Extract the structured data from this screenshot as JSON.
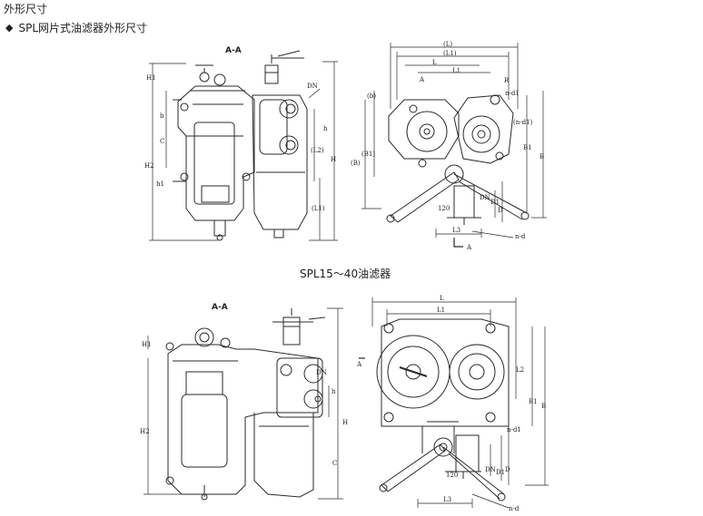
{
  "page": {
    "heading": "外形尺寸",
    "subheading": "SPL网片式油滤器外形尺寸",
    "bullet_icon": "diamond-bullet-icon",
    "caption_lower": "SPL15～40油滤器"
  },
  "top": {
    "section_left": "A-A",
    "section_right": "A",
    "labels": {
      "H1": "H1",
      "b": "b",
      "C": "C",
      "H2": "H2",
      "h1": "h1",
      "DN": "DN",
      "L2": "(L2)",
      "h": "h",
      "H": "H",
      "L1p": "(L1)",
      "Lp": "(L)",
      "L1pp": "(L1)",
      "L": "L",
      "L1": "L1",
      "A": "A",
      "R": "R",
      "nd1": "n-d1",
      "nd1p": "(n-d1)",
      "bp": "(b)",
      "B1p": "(B1)",
      "Bp": "(B)",
      "B1": "B1",
      "B": "B",
      "DN2": "DN",
      "D1": "D1",
      "D": "D",
      "n120": "120",
      "L3": "L3",
      "nd": "n-d"
    }
  },
  "bottom": {
    "section_left": "A-A",
    "labels": {
      "H1": "H1",
      "H2": "H2",
      "DN": "DN",
      "h": "h",
      "H": "H",
      "C": "C",
      "L": "L",
      "L1": "L1",
      "A": "A",
      "L2": "L2",
      "B1": "B1",
      "B": "B",
      "nd1": "n-d1",
      "DN2": "DN",
      "D1": "D1",
      "D": "D",
      "n120": "120",
      "L3": "L3",
      "nd": "n-d"
    }
  },
  "colors": {
    "line": "#2a2a2a",
    "bg": "#ffffff"
  }
}
